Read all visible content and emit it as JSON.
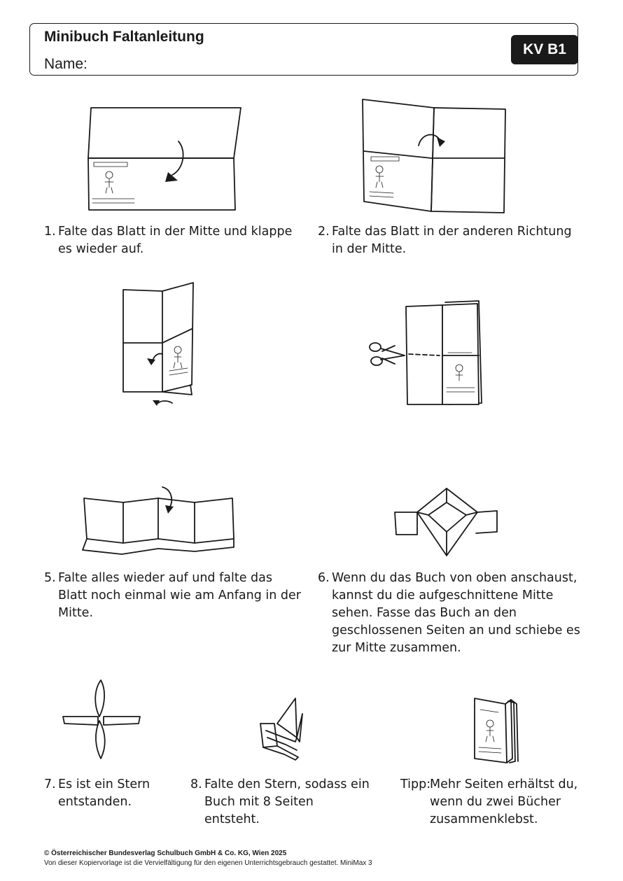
{
  "header": {
    "title": "Minibuch Faltanleitung",
    "name_label": "Name:",
    "badge": "KV B1"
  },
  "steps": [
    {
      "num": "1.",
      "text": "Falte das Blatt in der Mitte und klappe es wieder auf."
    },
    {
      "num": "2.",
      "text": "Falte das Blatt in der anderen Richtung in der Mitte."
    },
    {
      "num": "5.",
      "text": "Falte alles wieder auf und falte das Blatt noch einmal wie am Anfang in der Mitte."
    },
    {
      "num": "6.",
      "text": "Wenn du das Buch von oben anschaust, kannst du die aufgeschnittene Mitte sehen. Fasse das Buch an den geschlossenen Seiten an und schiebe es zur Mitte zusammen."
    },
    {
      "num": "7.",
      "text": "Es ist ein Stern entstanden."
    },
    {
      "num": "8.",
      "text": "Falte den Stern, sodass ein Buch mit 8 Seiten entsteht."
    },
    {
      "num": "Tipp:",
      "text": "Mehr Seiten erhältst du, wenn du zwei Bücher zusammenklebst."
    }
  ],
  "footer": {
    "copyright": "© Österreichischer Bundesverlag Schulbuch GmbH & Co. KG, Wien 2025",
    "notice": "Von dieser Kopiervorlage ist die Vervielfältigung für den eigenen Unterrichtsgebrauch gestattet. MiniMax 3"
  },
  "illustrations": [
    "sheet-fold-half-illustration",
    "sheet-fold-other-direction-illustration",
    "fold-quarters-illustration",
    "scissors-cut-illustration",
    "zigzag-refold-illustration",
    "book-top-view-illustration",
    "star-shape-illustration",
    "folding-star-illustration",
    "finished-minibook-illustration"
  ]
}
